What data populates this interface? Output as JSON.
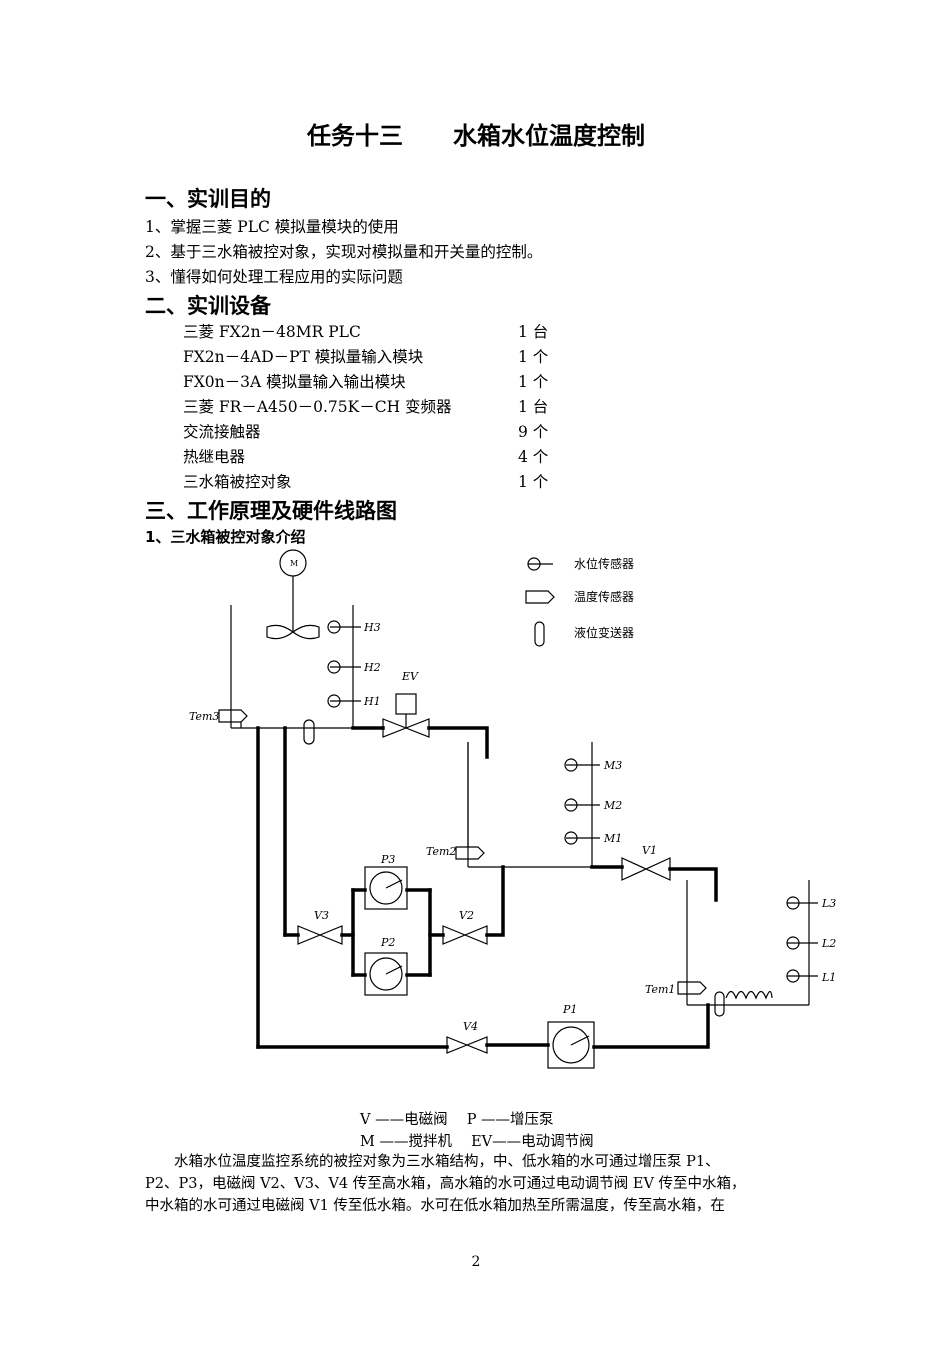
{
  "title": {
    "part1": "任务十三",
    "part2": "水箱水位温度控制"
  },
  "section1": {
    "heading": "一、实训目的",
    "items": [
      "1、掌握三菱 PLC 模拟量模块的使用",
      "2、基于三水箱被控对象，实现对模拟量和开关量的控制。",
      "3、懂得如何处理工程应用的实际问题"
    ]
  },
  "section2": {
    "heading": "二、实训设备",
    "equipment": [
      {
        "name": "三菱 FX2n－48MR PLC",
        "qty": "1 台"
      },
      {
        "name": "FX2n－4AD－PT 模拟量输入模块",
        "qty": "1 个"
      },
      {
        "name": "FX0n－3A 模拟量输入输出模块",
        "qty": "1 个"
      },
      {
        "name": "三菱 FR－A450－0.75K－CH 变频器",
        "qty": "1 台"
      },
      {
        "name": "交流接触器",
        "qty": "9 个"
      },
      {
        "name": "热继电器",
        "qty": "4 个"
      },
      {
        "name": "三水箱被控对象",
        "qty": "1 个"
      }
    ]
  },
  "section3": {
    "heading": "三、工作原理及硬件线路图",
    "sub1": "1、三水箱被控对象介绍"
  },
  "diagram": {
    "legend": [
      "水位传感器",
      "温度传感器",
      "液位变送器"
    ],
    "labels": {
      "M": "M",
      "H3": "H3",
      "H2": "H2",
      "H1": "H1",
      "EV": "EV",
      "Tem3": "Tem3",
      "M3": "M3",
      "M2": "M2",
      "M1": "M1",
      "Tem2": "Tem2",
      "V1": "V1",
      "P3": "P3",
      "P2": "P2",
      "V3": "V3",
      "V2": "V2",
      "L3": "L3",
      "L2": "L2",
      "L1": "L1",
      "Tem1": "Tem1",
      "P1": "P1",
      "V4": "V4"
    }
  },
  "caption": {
    "line1": "V ——电磁阀　 P ——增压泵",
    "line2": "M ——搅拌机　 EV——电动调节阀"
  },
  "paragraph": [
    "　　水箱水位温度监控系统的被控对象为三水箱结构，中、低水箱的水可通过增压泵 P1、",
    "P2、P3，电磁阀 V2、V3、V4 传至高水箱，高水箱的水可通过电动调节阀 EV 传至中水箱，",
    "中水箱的水可通过电磁阀 V1 传至低水箱。水可在低水箱加热至所需温度，传至高水箱，在"
  ],
  "page_number": "2"
}
